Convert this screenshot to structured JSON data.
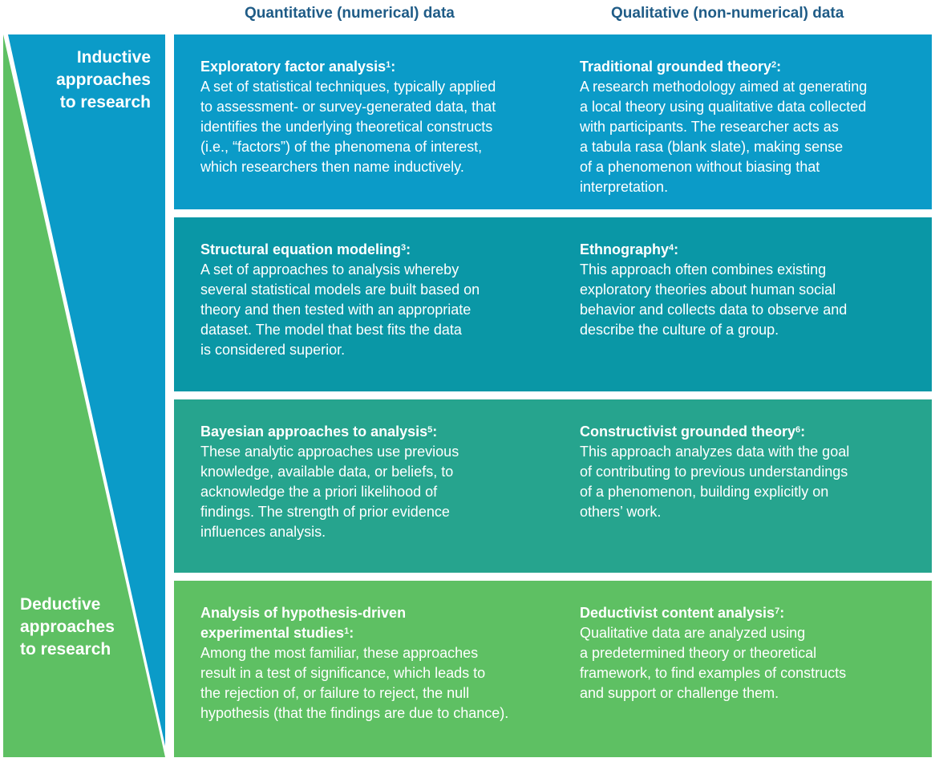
{
  "columns": {
    "quant": "Quantitative (numerical) data",
    "qual": "Qualitative (non-numerical) data"
  },
  "side": {
    "inductive": [
      "Inductive",
      "approaches",
      "to research"
    ],
    "deductive": [
      "Deductive",
      "approaches",
      "to research"
    ],
    "colors": {
      "inductive": "#0b9bc8",
      "deductive": "#5ec063"
    }
  },
  "rows": [
    {
      "color": "#0b9bc8",
      "left": {
        "title": "Exploratory factor analysis",
        "sup": "1",
        "lines": [
          "A set of statistical techniques, typically applied",
          "to assessment- or survey-generated data, that",
          "identifies the underlying theoretical constructs",
          "(i.e., “factors”) of the phenomena of interest,",
          "which researchers then name inductively."
        ]
      },
      "right": {
        "title": "Traditional grounded theory",
        "sup": "2",
        "lines": [
          "A research methodology aimed at generating",
          "a local theory using qualitative data collected",
          "with participants. The researcher acts as",
          "a tabula rasa (blank slate), making sense",
          "of a phenomenon without biasing that",
          "interpretation."
        ]
      }
    },
    {
      "color": "#0a97a6",
      "left": {
        "title": "Structural equation modeling",
        "sup": "3",
        "lines": [
          "A set of approaches to analysis whereby",
          "several statistical models are built based on",
          "theory and then tested with an appropriate",
          "dataset. The model that best fits the data",
          "is considered superior."
        ]
      },
      "right": {
        "title": "Ethnography",
        "sup": "4",
        "lines": [
          "This approach often combines existing",
          "exploratory theories about human social",
          "behavior and collects data to observe and",
          "describe the culture of a group."
        ]
      }
    },
    {
      "color": "#26a48e",
      "left": {
        "title": "Bayesian approaches to analysis",
        "sup": "5",
        "lines": [
          "These analytic approaches use previous",
          "knowledge, available data, or beliefs, to",
          "acknowledge the a priori likelihood of",
          "findings. The strength of prior evidence",
          "influences analysis."
        ]
      },
      "right": {
        "title": "Constructivist grounded theory",
        "sup": "6",
        "lines": [
          "This approach analyzes data with the goal",
          "of contributing to previous understandings",
          "of a phenomenon, building explicitly on",
          "others’ work."
        ]
      }
    },
    {
      "color": "#5ec063",
      "left": {
        "title_lines": [
          "Analysis of hypothesis-driven",
          "experimental studies"
        ],
        "sup": "1",
        "lines": [
          "Among the most familiar, these approaches",
          "result in a test of significance, which leads to",
          "the rejection of, or failure to reject, the null",
          "hypothesis (that the findings are due to chance)."
        ]
      },
      "right": {
        "title": "Deductivist content analysis",
        "sup": "7",
        "lines": [
          "Qualitative data are analyzed using",
          "a predetermined theory or theoretical",
          "framework, to find examples of constructs",
          "and support or challenge them."
        ]
      }
    }
  ]
}
